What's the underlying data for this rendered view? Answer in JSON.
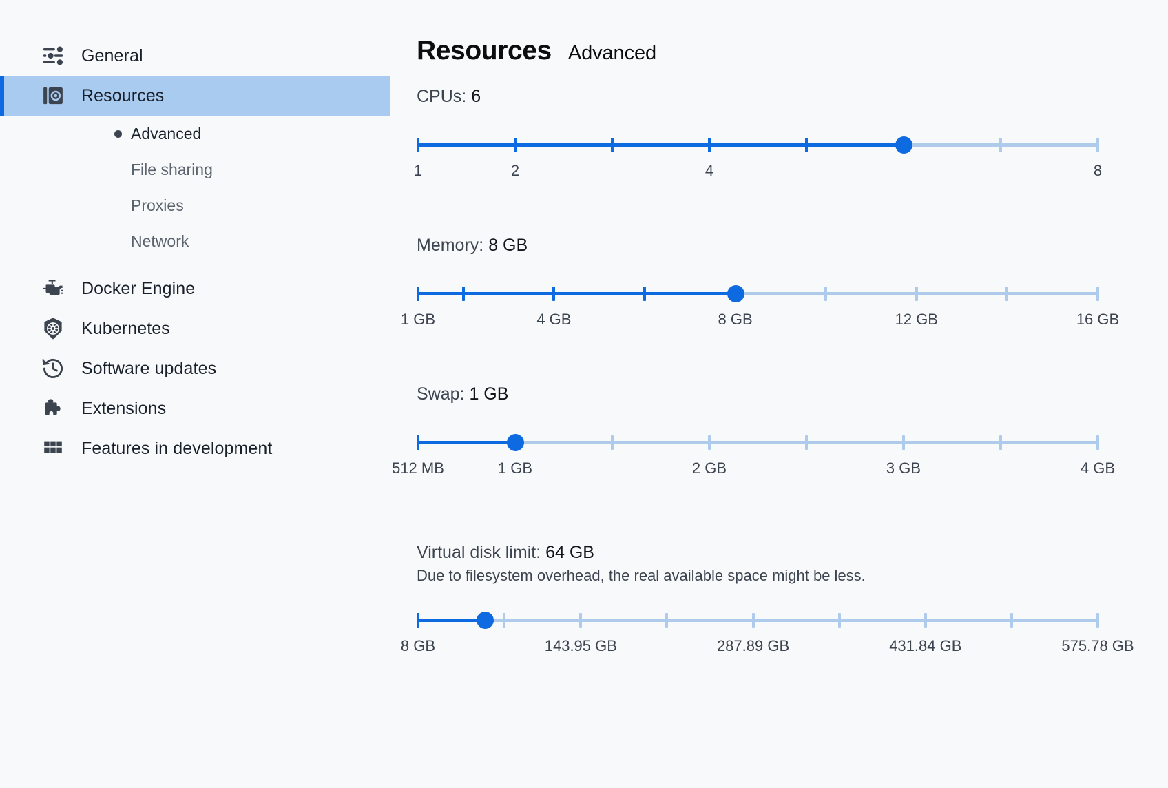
{
  "sidebar": {
    "items": [
      {
        "label": "General",
        "icon": "sliders-icon",
        "selected": false
      },
      {
        "label": "Resources",
        "icon": "resources-disk-icon",
        "selected": true
      },
      {
        "label": "Docker Engine",
        "icon": "engine-icon",
        "selected": false
      },
      {
        "label": "Kubernetes",
        "icon": "kubernetes-helm-icon",
        "selected": false
      },
      {
        "label": "Software updates",
        "icon": "history-clock-icon",
        "selected": false
      },
      {
        "label": "Extensions",
        "icon": "puzzle-piece-icon",
        "selected": false
      },
      {
        "label": "Features in development",
        "icon": "grid-squares-icon",
        "selected": false
      }
    ],
    "sub_items": [
      {
        "label": "Advanced",
        "active": true
      },
      {
        "label": "File sharing",
        "active": false
      },
      {
        "label": "Proxies",
        "active": false
      },
      {
        "label": "Network",
        "active": false
      }
    ]
  },
  "header": {
    "title": "Resources",
    "subtitle": "Advanced"
  },
  "colors": {
    "accent": "#0d6ae0",
    "track": "#aecbeb",
    "selected_row": "#a9cbef",
    "page_bg": "#f8f9fa",
    "text": "#3c4450"
  },
  "chart_data": [
    {
      "type": "slider",
      "name": "cpus",
      "label_prefix": "CPUs:",
      "value_text": "6",
      "value": 6,
      "min": 1,
      "max": 8,
      "tick_values": [
        1,
        2,
        3,
        4,
        5,
        6,
        7,
        8
      ],
      "tick_labels": [
        {
          "value": 1,
          "text": "1"
        },
        {
          "value": 2,
          "text": "2"
        },
        {
          "value": 4,
          "text": "4"
        },
        {
          "value": 8,
          "text": "8"
        }
      ]
    },
    {
      "type": "slider",
      "name": "memory",
      "label_prefix": "Memory:",
      "value_text": "8 GB",
      "value": 8,
      "min": 1,
      "max": 16,
      "tick_values": [
        1,
        2,
        4,
        6,
        8,
        10,
        12,
        14,
        16
      ],
      "tick_labels": [
        {
          "value": 1,
          "text": "1 GB"
        },
        {
          "value": 4,
          "text": "4 GB"
        },
        {
          "value": 8,
          "text": "8 GB"
        },
        {
          "value": 12,
          "text": "12 GB"
        },
        {
          "value": 16,
          "text": "16 GB"
        }
      ]
    },
    {
      "type": "slider",
      "name": "swap",
      "label_prefix": "Swap:",
      "value_text": "1 GB",
      "value": 1,
      "min": 0.5,
      "max": 4,
      "tick_values": [
        0.5,
        1,
        1.5,
        2,
        2.5,
        3,
        3.5,
        4
      ],
      "tick_labels": [
        {
          "value": 0.5,
          "text": "512 MB"
        },
        {
          "value": 1,
          "text": "1 GB"
        },
        {
          "value": 2,
          "text": "2 GB"
        },
        {
          "value": 3,
          "text": "3 GB"
        },
        {
          "value": 4,
          "text": "4 GB"
        }
      ]
    },
    {
      "type": "slider",
      "name": "virtual-disk-limit",
      "label_prefix": "Virtual disk limit:",
      "value_text": "64 GB",
      "note": "Due to filesystem overhead, the real available space might be less.",
      "value": 64,
      "min": 8,
      "max": 575.78,
      "tick_values": [
        8,
        79.97,
        143.95,
        215.92,
        287.89,
        359.86,
        431.84,
        503.81,
        575.78
      ],
      "tick_labels": [
        {
          "value": 8,
          "text": "8 GB"
        },
        {
          "value": 143.95,
          "text": "143.95 GB"
        },
        {
          "value": 287.89,
          "text": "287.89 GB"
        },
        {
          "value": 431.84,
          "text": "431.84 GB"
        },
        {
          "value": 575.78,
          "text": "575.78 GB"
        }
      ]
    }
  ]
}
